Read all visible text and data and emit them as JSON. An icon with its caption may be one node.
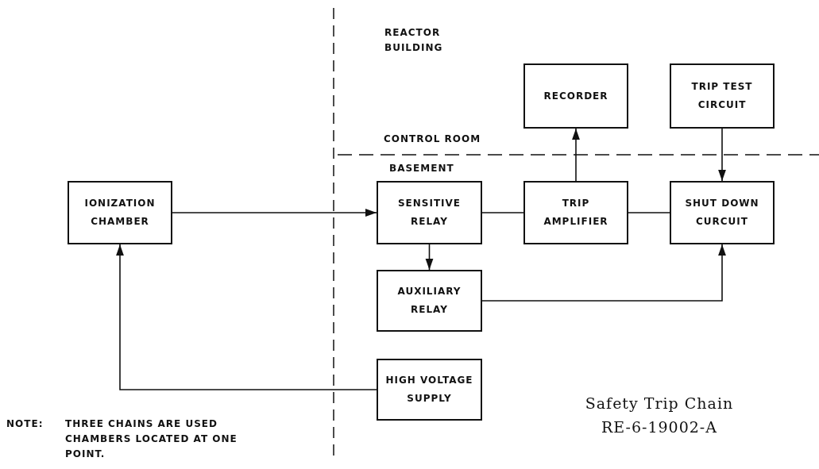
{
  "diagram": {
    "title": "Safety Trip Chain",
    "nodes": [
      {
        "text": [
          "IONIZATION CHAMBER"
        ]
      },
      {
        "text": [
          "RECORDER"
        ]
      },
      {
        "text": [
          "TRIP TEST CIRCUIT"
        ]
      },
      {
        "text": [
          "SENSITIVE RELAY"
        ]
      },
      {
        "text": [
          "TRIP AMPLIFIER"
        ]
      },
      {
        "text": [
          "SHUT DOWN CURCUIT"
        ]
      },
      {
        "text": [
          "AUXILIARY RELAY"
        ]
      },
      {
        "text": [
          "HIGH VOLTAGE SUPPLY"
        ]
      }
    ],
    "edges": [
      {
        "from": 0,
        "to": 3,
        "arrow": "to"
      },
      {
        "from": 3,
        "to": 4,
        "arrow": "none"
      },
      {
        "from": 4,
        "to": 1,
        "arrow": "to"
      },
      {
        "from": 4,
        "to": 5,
        "arrow": "none"
      },
      {
        "from": 2,
        "to": 5,
        "arrow": "to"
      },
      {
        "from": 3,
        "to": 6,
        "arrow": "to"
      },
      {
        "from": 6,
        "to": 5,
        "arrow": "to"
      },
      {
        "from": 7,
        "to": 0,
        "arrow": "to"
      }
    ],
    "labels": [
      "REACTOR BUILDING",
      "CONTROL ROOM",
      "BASEMENT",
      "NOTE:",
      "THREE CHAINS ARE USED CHAMBERS LOCATED AT ONE POINT.",
      "RE-6-19002-A"
    ]
  }
}
